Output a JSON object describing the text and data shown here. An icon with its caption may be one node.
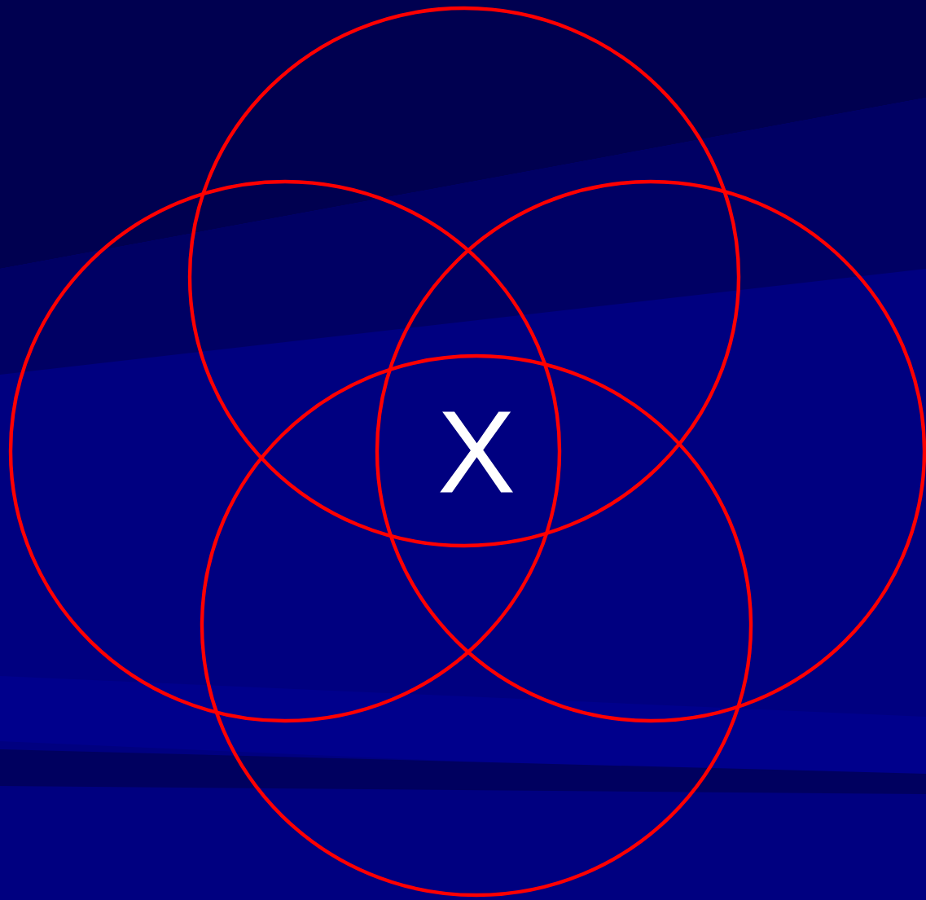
{
  "diagram": {
    "nodes": [
      {
        "text": [],
        "shape": "circle"
      },
      {
        "text": [],
        "shape": "circle"
      },
      {
        "text": [],
        "shape": "circle"
      },
      {
        "text": [],
        "shape": "circle"
      }
    ],
    "labels": [
      "X"
    ]
  }
}
